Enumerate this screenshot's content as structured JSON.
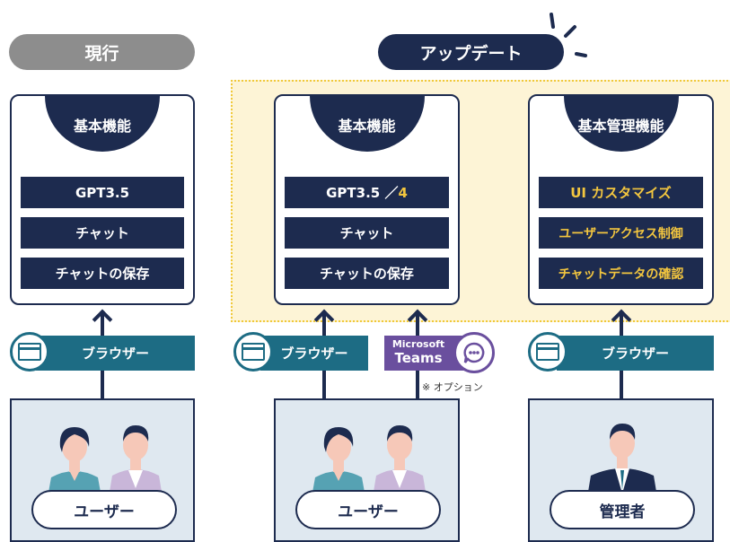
{
  "colors": {
    "navy": "#1d2b4f",
    "teal": "#1d6c84",
    "gray_header": "#8d8d8d",
    "highlight_fill": "#fdf4d6",
    "highlight_border": "#f0c93a",
    "accent_yellow": "#f3c63f",
    "teams_purple": "#6a4f9e",
    "panel_bg": "#dfe8f0"
  },
  "headers": {
    "current": "現行",
    "update": "アップデート"
  },
  "columns": [
    {
      "title": "基本機能",
      "items": [
        "GPT3.5",
        "チャット",
        "チャットの保存"
      ],
      "browser_label": "ブラウザー",
      "user_label": "ユーザー"
    },
    {
      "title": "基本機能",
      "item1_main": "GPT3.5 ／ ",
      "item1_accent": "4",
      "items_rest": [
        "チャット",
        "チャットの保存"
      ],
      "browser_label": "ブラウザー",
      "teams_line1": "Microsoft",
      "teams_line2": "Teams",
      "teams_note": "※ オプション",
      "user_label": "ユーザー"
    },
    {
      "title": "基本管理機能",
      "items": [
        "UI カスタマイズ",
        "ユーザーアクセス制御",
        "チャットデータの確認"
      ],
      "browser_label": "ブラウザー",
      "user_label": "管理者"
    }
  ],
  "icons": [
    "browser-window-icon",
    "teams-chat-icon",
    "sparkle-icon",
    "person-icon"
  ]
}
